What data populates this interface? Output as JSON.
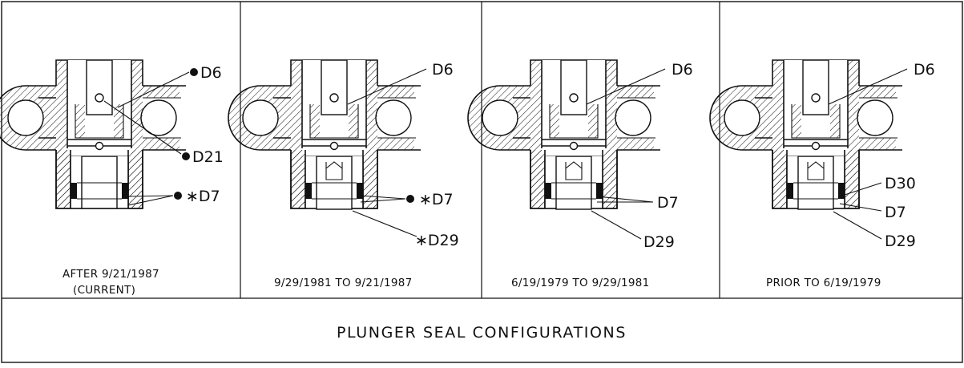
{
  "title": "PLUNGER SEAL CONFIGURATIONS",
  "panels": [
    {
      "caption_line1": "AFTER 9/21/1987",
      "caption_line2": "(CURRENT)",
      "labels": [
        "D6",
        "D21",
        "∗D7"
      ]
    },
    {
      "caption_line1": "9/29/1981 TO 9/21/1987",
      "labels": [
        "D6",
        "∗D7",
        "∗D29"
      ]
    },
    {
      "caption_line1": "6/19/1979 TO 9/29/1981",
      "labels": [
        "D6",
        "D7",
        "D29"
      ]
    },
    {
      "caption_line1": "PRIOR TO 6/19/1979",
      "labels": [
        "D6",
        "D30",
        "D7",
        "D29"
      ]
    }
  ]
}
